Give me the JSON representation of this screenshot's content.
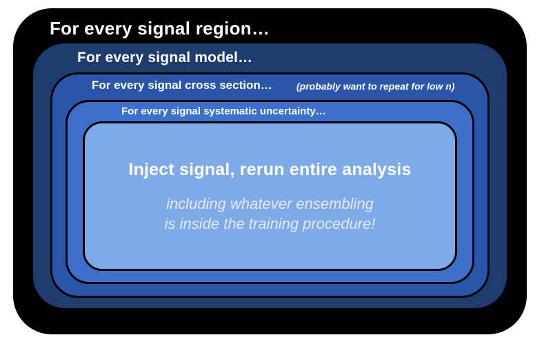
{
  "diagram": {
    "background_color": "#FFFFFF",
    "border_color": "#000000",
    "label_color": "#FFFFFF",
    "subtitle_color": "#E7EAEE",
    "loops": [
      {
        "label": "For every signal region…",
        "color": "#000000"
      },
      {
        "label": "For every signal model…",
        "color": "#1F3C6E"
      },
      {
        "label": "For every signal cross section…",
        "note": "(probably want to repeat for low n)",
        "color": "#2B55A8"
      },
      {
        "label": "For every signal systematic uncertainty…",
        "color": "#3D70CB"
      },
      {
        "title": "Inject signal, rerun entire analysis",
        "subtitle": [
          "including whatever ensembling",
          "is inside the training procedure!"
        ],
        "color": "#7EAAE9"
      }
    ]
  }
}
